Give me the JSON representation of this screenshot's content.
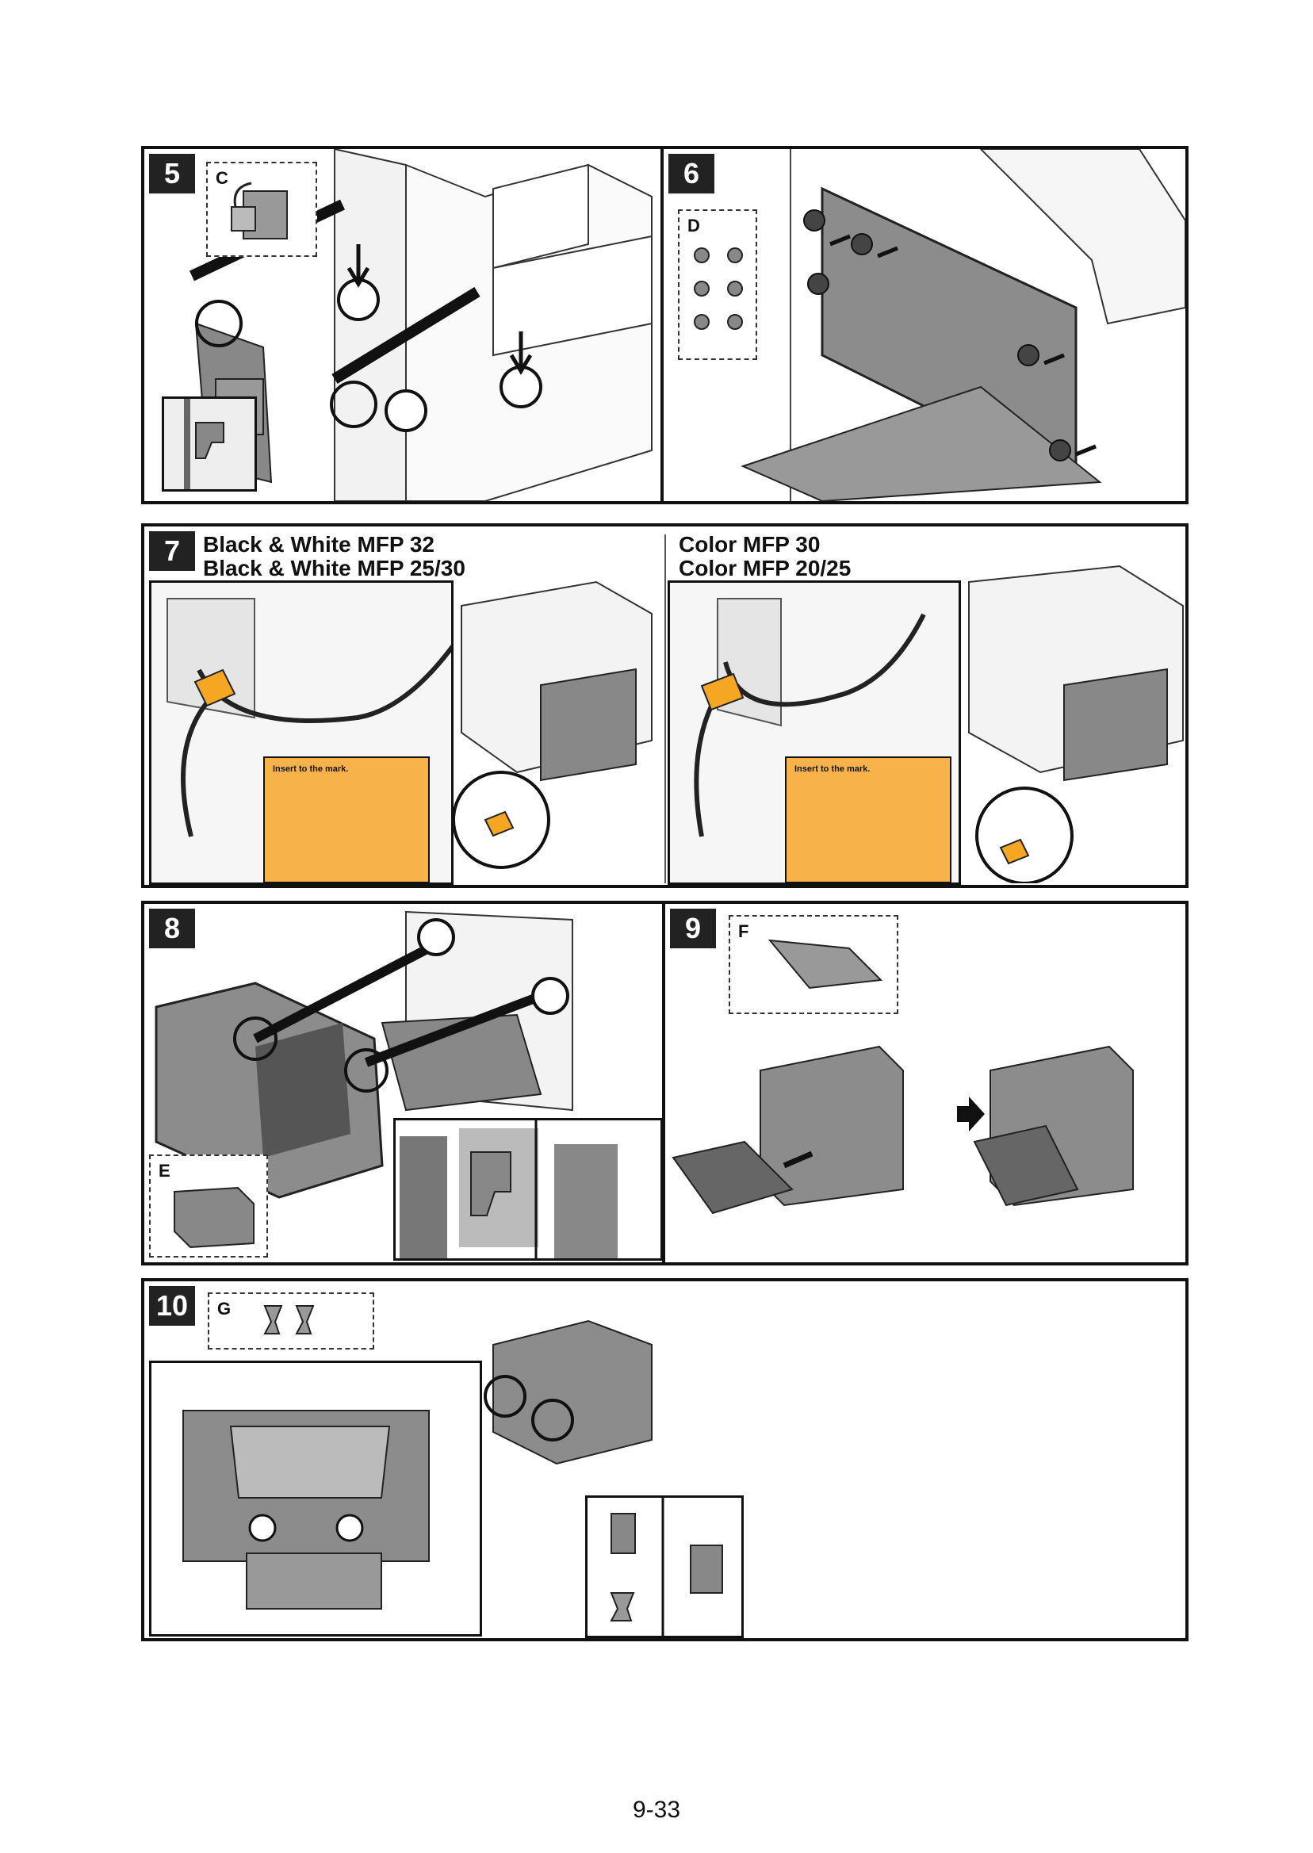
{
  "steps": {
    "s5": {
      "number": "5",
      "part": "C"
    },
    "s6": {
      "number": "6",
      "part": "D"
    },
    "s7": {
      "number": "7",
      "left_heading_1": "Black & White MFP 32",
      "left_heading_2": "Black & White MFP 25/30",
      "right_heading_1": "Color MFP 30",
      "right_heading_2": "Color MFP 20/25"
    },
    "s8": {
      "number": "8",
      "part": "E"
    },
    "s9": {
      "number": "9",
      "part": "F"
    },
    "s10": {
      "number": "10",
      "part": "G"
    }
  },
  "label_text": "Insert to the mark.",
  "page_number": "9-33",
  "colors": {
    "accent": "#f7b24a",
    "gray": "#8a8a8a",
    "dark": "#222222"
  }
}
